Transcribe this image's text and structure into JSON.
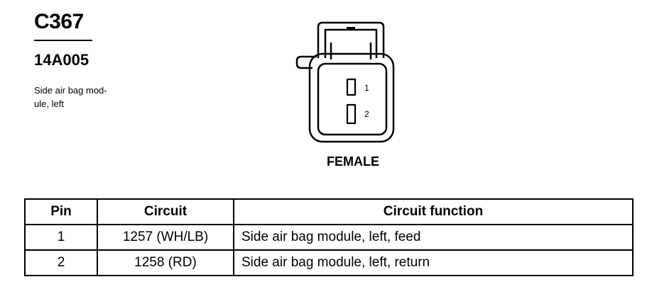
{
  "header": {
    "connector_id": "C367",
    "part_number": "14A005",
    "description_line1": "Side air bag mod-",
    "description_line2": "ule, left"
  },
  "figure": {
    "pin_labels": [
      "1",
      "2"
    ],
    "caption": "FEMALE"
  },
  "table": {
    "headers": {
      "pin": "Pin",
      "circuit": "Circuit",
      "function": "Circuit function"
    },
    "rows": [
      {
        "pin": "1",
        "circuit": "1257 (WH/LB)",
        "function": "Side air bag module, left, feed"
      },
      {
        "pin": "2",
        "circuit": "1258 (RD)",
        "function": "Side air bag module, left, return"
      }
    ]
  }
}
